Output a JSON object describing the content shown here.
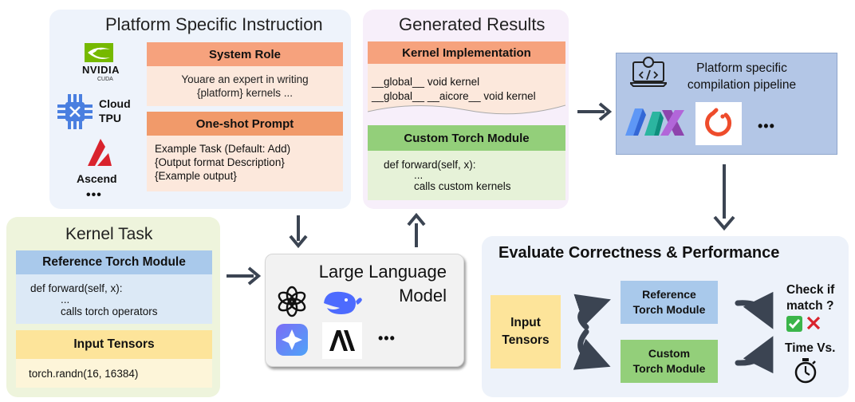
{
  "platform": {
    "title": "Platform Specific Instruction",
    "nvidia_logo": "NVIDIA",
    "nvidia_sub": "CUDA",
    "cloud_tpu": "Cloud\nTPU",
    "ascend": "Ascend",
    "more": "•••",
    "system_role": {
      "header": "System Role",
      "text": "Youare an expert in writing\n{platform} kernels ..."
    },
    "oneshot": {
      "header": "One-shot Prompt",
      "lines": [
        "Example Task (Default:  Add)",
        "{Output format Description}",
        "{Example output}"
      ]
    }
  },
  "generated": {
    "title": "Generated Results",
    "kernel_impl": {
      "header": "Kernel Implementation",
      "lines": [
        "__global__ void kernel",
        "__global__ __aicore__ void kernel"
      ]
    },
    "custom_module": {
      "header": "Custom Torch Module",
      "lines": [
        "def forward(self, x):",
        "...",
        "calls custom kernels"
      ]
    }
  },
  "compile": {
    "text": "Platform specific\ncompilation pipeline",
    "more": "•••"
  },
  "kernel_task": {
    "title": "Kernel Task",
    "ref_module": {
      "header": "Reference Torch Module",
      "lines": [
        "def forward(self, x):",
        "...",
        "calls torch operators"
      ]
    },
    "input_tensors": {
      "header": "Input Tensors",
      "code": "torch.randn(16, 16384)"
    }
  },
  "llm": {
    "title": "Large Language\nModel",
    "more": "•••"
  },
  "evaluate": {
    "title": "Evaluate Correctness & Performance",
    "input_tensors": "Input\nTensors",
    "ref_module": "Reference\nTorch Module",
    "custom_module": "Custom\nTorch Module",
    "check": "Check if\nmatch ?",
    "time": "Time Vs."
  },
  "colors": {
    "platform_bg": "#eef3fb",
    "generated_bg": "#f7effa",
    "kernel_bg": "#eef4dc",
    "eval_bg": "#edf2fa",
    "compile_bg": "#b3c6e6",
    "salmon": "#f6a27d",
    "salmon_light": "#fce8dc",
    "orange_hdr": "#f19a6a",
    "green": "#93cf7a",
    "green_light": "#e6f2d8",
    "blue": "#a9c9eb",
    "blue_light": "#dce9f6",
    "yellow": "#fde49a",
    "yellow_light": "#fdf5d9",
    "arrow": "#3b4452"
  }
}
